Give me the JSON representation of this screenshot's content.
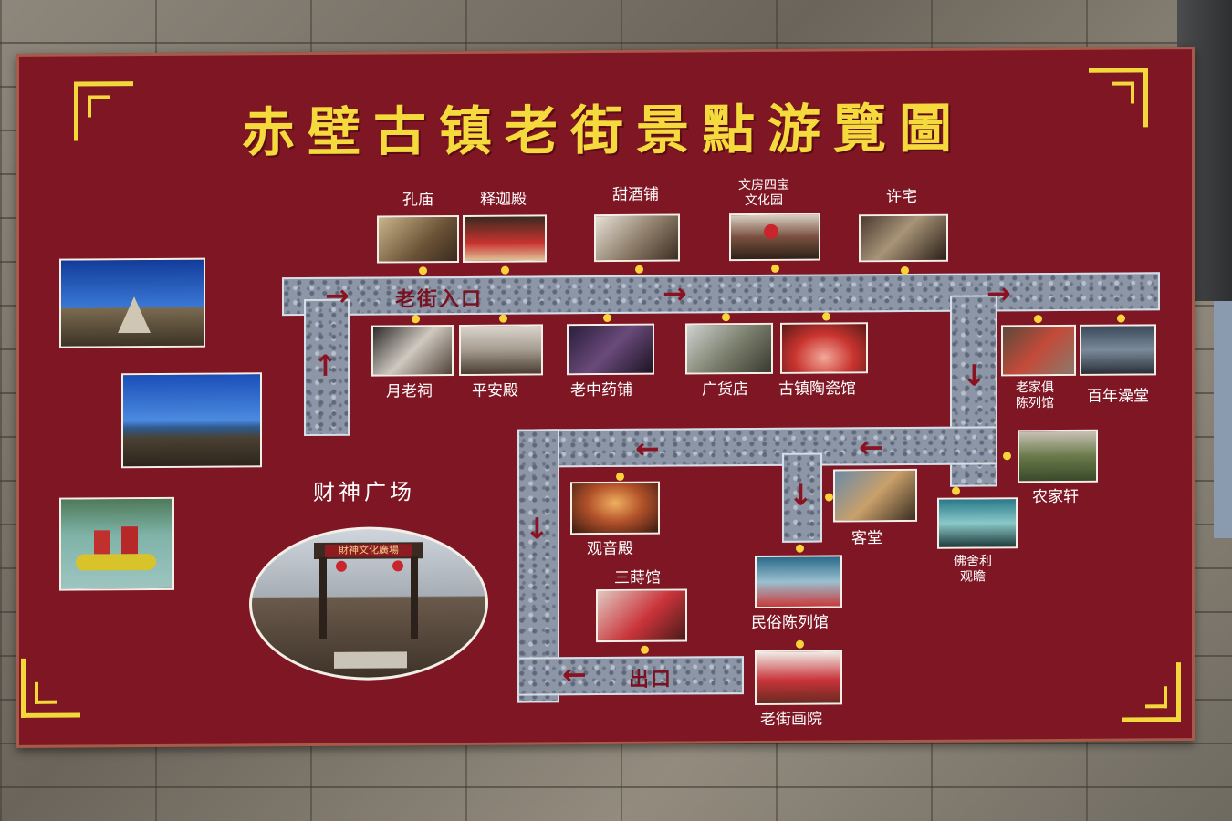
{
  "title": "赤壁古镇老街景點游覽圖",
  "colors": {
    "board": "#7e1624",
    "title": "#f4da3c",
    "road": "#8c96a6",
    "dot": "#f6d43a",
    "label": "#ffffff"
  },
  "roads": {
    "entrance": "老街入口",
    "exit": "出口"
  },
  "plaza": {
    "name": "财神广场",
    "sign": "財神文化廣場"
  },
  "spots": {
    "kongmiao": "孔庙",
    "shijiadian": "释迦殿",
    "tianjiupu": "甜酒铺",
    "wenfang": "文房四宝\n文化园",
    "xuzhai": "许宅",
    "yuelaoci": "月老祠",
    "pingandian": "平安殿",
    "laozhongyaopu": "老中药铺",
    "guanghuodian": "广货店",
    "guzhentaociguan": "古镇陶瓷馆",
    "laojiaju": "老家俱\n陈列馆",
    "bainianzaotang": "百年澡堂",
    "nongjiaxuan": "农家轩",
    "ketang": "客堂",
    "fosheli": "佛舍利\n观瞻",
    "guanyindian": "观音殿",
    "sanguanguan": "三蒔馆",
    "minsuchenlieguan": "民俗陈列馆",
    "laojiehuayuan": "老街画院"
  }
}
